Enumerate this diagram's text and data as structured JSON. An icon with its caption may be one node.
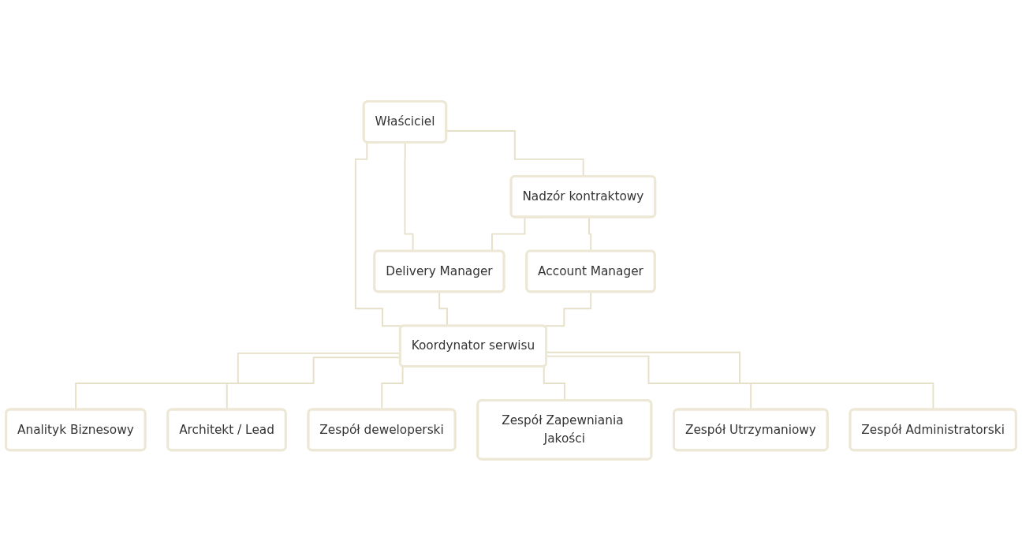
{
  "diagram": {
    "nodes": [
      {
        "text": [
          "Właściciel"
        ]
      },
      {
        "text": [
          "Nadzór kontraktowy"
        ]
      },
      {
        "text": [
          "Delivery Manager"
        ]
      },
      {
        "text": [
          "Account Manager"
        ]
      },
      {
        "text": [
          "Koordynator serwisu"
        ]
      },
      {
        "text": [
          "Analityk Biznesowy"
        ]
      },
      {
        "text": [
          "Architekt / Lead"
        ]
      },
      {
        "text": [
          "Zespół deweloperski"
        ]
      },
      {
        "text": [
          "Zespół Zapewniania Jakości"
        ]
      },
      {
        "text": [
          "Zespół Utrzymaniowy"
        ]
      },
      {
        "text": [
          "Zespół Administratorski"
        ]
      }
    ],
    "edges": [
      {
        "from": 0,
        "to": 1,
        "arrow": "none"
      },
      {
        "from": 0,
        "to": 2,
        "arrow": "none"
      },
      {
        "from": 1,
        "to": 2,
        "arrow": "none"
      },
      {
        "from": 1,
        "to": 3,
        "arrow": "none"
      },
      {
        "from": 0,
        "to": 4,
        "arrow": "none"
      },
      {
        "from": 2,
        "to": 4,
        "arrow": "none"
      },
      {
        "from": 3,
        "to": 4,
        "arrow": "none"
      },
      {
        "from": 4,
        "to": 5,
        "arrow": "none"
      },
      {
        "from": 4,
        "to": 6,
        "arrow": "none"
      },
      {
        "from": 4,
        "to": 7,
        "arrow": "none"
      },
      {
        "from": 4,
        "to": 8,
        "arrow": "none"
      },
      {
        "from": 4,
        "to": 9,
        "arrow": "none"
      },
      {
        "from": 4,
        "to": 10,
        "arrow": "none"
      }
    ]
  }
}
